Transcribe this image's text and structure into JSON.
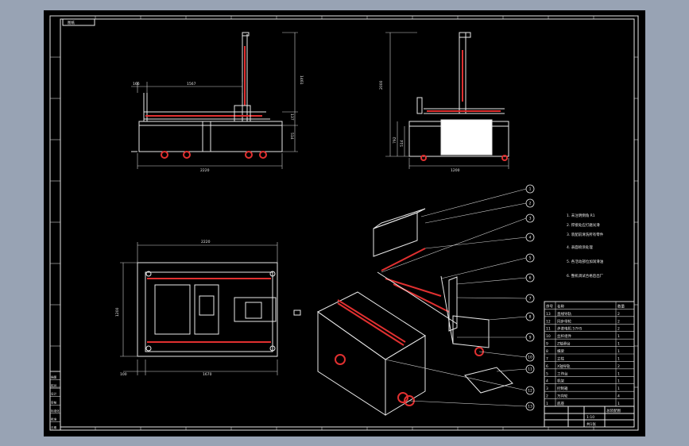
{
  "title_tab": "图纸",
  "dimensions": {
    "front_left_small": "166",
    "front_span": "1567",
    "front_height_total": "1461",
    "front_height_mid": "137",
    "front_height_low": "514",
    "front_width": "2220",
    "side_height_total": "2000",
    "side_height_a": "792",
    "side_height_b": "514",
    "side_width": "1200",
    "plan_width": "2220",
    "plan_height": "1200",
    "plan_bottom_small": "100",
    "plan_bottom": "1670"
  },
  "balloons": [
    "1",
    "2",
    "3",
    "4",
    "5",
    "6",
    "7",
    "8",
    "9",
    "10",
    "11",
    "12",
    "13"
  ],
  "notes": [
    "1. 未注明倒角 R1",
    "2. 焊接处应打磨光滑",
    "3. 装配前清洗所有零件",
    "4. 表面喷涂处理",
    "5. 各活动部位加润滑油",
    "6. 整机调试合格后出厂"
  ],
  "bom": {
    "headers": [
      "序号",
      "名称",
      "数量"
    ],
    "rows": [
      [
        "13",
        "直线导轨",
        "2"
      ],
      [
        "12",
        "同步带轮",
        "2"
      ],
      [
        "11",
        "步进电机 57HS",
        "2"
      ],
      [
        "10",
        "丝杆组件",
        "1"
      ],
      [
        "9",
        "Z轴滑台",
        "1"
      ],
      [
        "8",
        "横梁",
        "1"
      ],
      [
        "7",
        "立柱",
        "1"
      ],
      [
        "6",
        "X轴导轨",
        "2"
      ],
      [
        "5",
        "工作台",
        "1"
      ],
      [
        "4",
        "机架",
        "1"
      ],
      [
        "3",
        "控制箱",
        "1"
      ],
      [
        "2",
        "万向轮",
        "4"
      ],
      [
        "1",
        "底座",
        "1"
      ]
    ]
  },
  "title_block": {
    "name": "总装配图",
    "scale": "1:10",
    "sheet": "共1张"
  },
  "left_block": [
    "描图",
    "校对",
    "设计",
    "审核",
    "标准化",
    "批准",
    "日期"
  ]
}
